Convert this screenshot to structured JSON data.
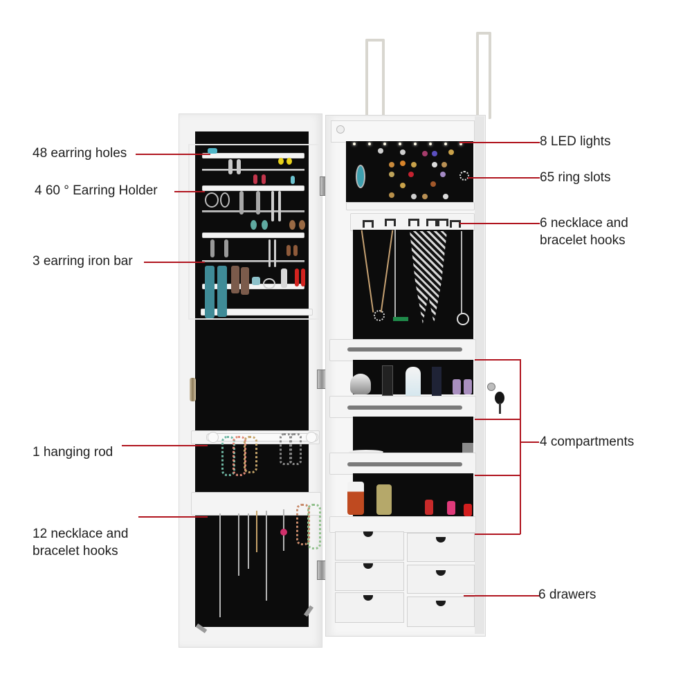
{
  "product": {
    "type": "wall/door mounted jewelry cabinet",
    "color": "white",
    "accent_line_color": "#b0141e",
    "velvet_color": "#0c0c0c"
  },
  "callouts_left": [
    {
      "id": "earring-holes",
      "label": "48 earring holes"
    },
    {
      "id": "earring-holder",
      "label": "4 60 °  Earring Holder"
    },
    {
      "id": "earring-iron-bar",
      "label": "3  earring iron bar"
    },
    {
      "id": "hanging-rod",
      "label": "1 hanging rod"
    },
    {
      "id": "door-hooks",
      "label_line1": "12 necklace and",
      "label_line2": "bracelet  hooks"
    }
  ],
  "callouts_right": [
    {
      "id": "led-lights",
      "label": "8 LED lights"
    },
    {
      "id": "ring-slots",
      "label": "65  ring slots"
    },
    {
      "id": "cabinet-hooks",
      "label_line1": "6  necklace and",
      "label_line2": "bracelet  hooks"
    },
    {
      "id": "compartments",
      "label": "4 compartments"
    },
    {
      "id": "drawers",
      "label": "6 drawers"
    }
  ],
  "features": {
    "earring_holes": 48,
    "earring_holders": 4,
    "earring_iron_bars": 3,
    "hanging_rods": 1,
    "door_hooks": 12,
    "led_lights": 8,
    "ring_slots": 65,
    "cabinet_hooks": 6,
    "compartments": 4,
    "drawers": 6
  }
}
